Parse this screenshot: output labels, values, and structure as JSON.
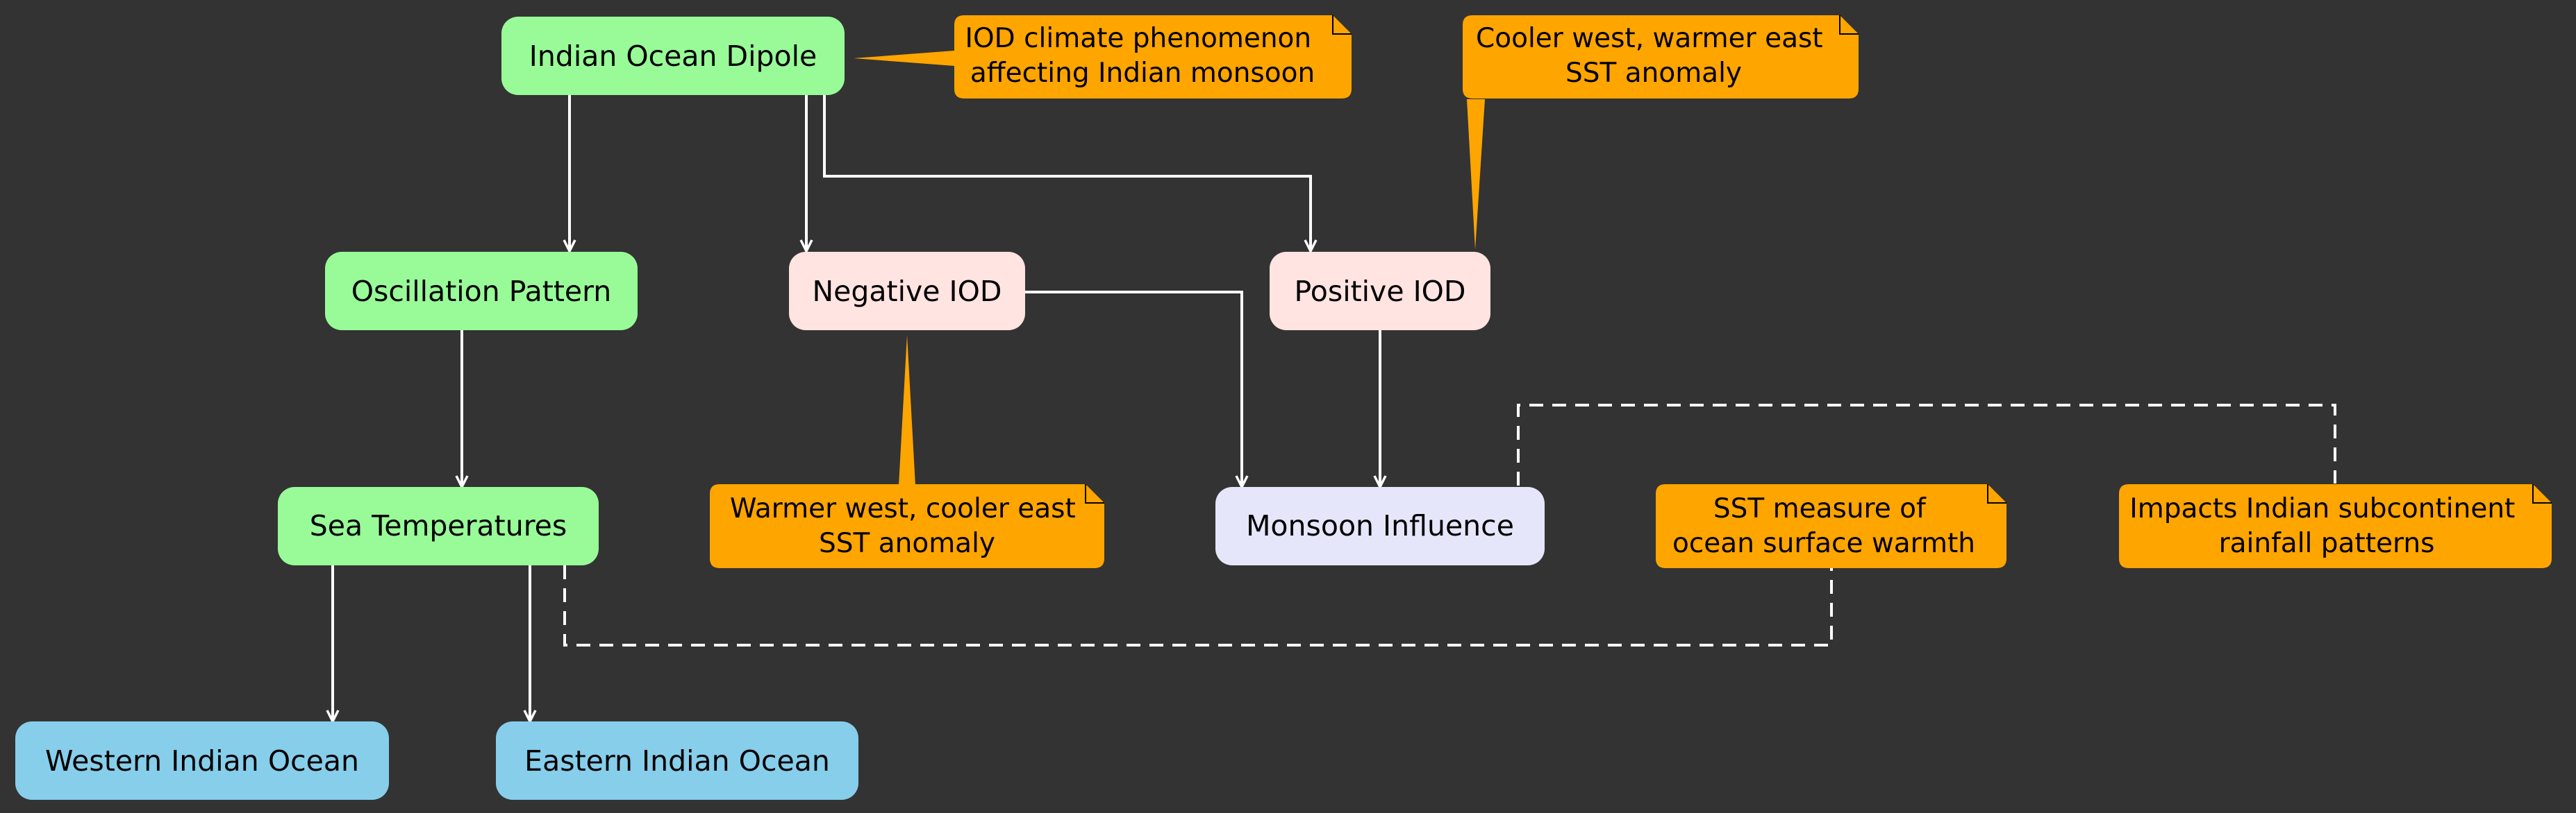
{
  "colors": {
    "background": "#333333",
    "connector": "#ffffff",
    "note_fill": "#ffa500",
    "green_node": "#98fb98",
    "pink_node": "#ffe4e1",
    "lavender_node": "#e6e6fa",
    "blue_node": "#87ceeb"
  },
  "nodes": {
    "indian_ocean_dipole": "Indian Ocean Dipole",
    "oscillation_pattern": "Oscillation Pattern",
    "negative_iod": "Negative IOD",
    "positive_iod": "Positive IOD",
    "sea_temperatures": "Sea Temperatures",
    "monsoon_influence": "Monsoon Influence",
    "western_indian_ocean": "Western Indian Ocean",
    "eastern_indian_ocean": "Eastern Indian Ocean"
  },
  "notes": {
    "iod_note": [
      "IOD climate phenomenon",
      "affecting Indian monsoon"
    ],
    "positive_note": [
      "Cooler west, warmer east",
      "SST anomaly"
    ],
    "negative_note": [
      "Warmer west, cooler east",
      "SST anomaly"
    ],
    "sst_note": [
      "SST measure of",
      "ocean surface warmth"
    ],
    "monsoon_note": [
      "Impacts Indian subcontinent",
      "rainfall patterns"
    ]
  }
}
